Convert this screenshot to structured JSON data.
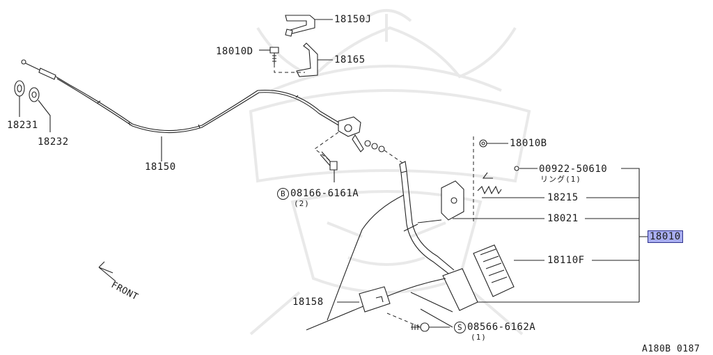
{
  "callouts": {
    "p18150J": "18150J",
    "p18010D": "18010D",
    "p18165": "18165",
    "p18231": "18231",
    "p18232": "18232",
    "p18150": "18150",
    "p18010B": "18010B",
    "p00922": "00922-50610",
    "p00922_sub": "リング(1)",
    "p18215": "18215",
    "p18021": "18021",
    "p18010": "18010",
    "p18110F": "18110F",
    "p18158": "18158",
    "b_symbol": "B",
    "p08166": "08166-6161A",
    "p08166_sub": "(2)",
    "s_symbol": "S",
    "p08566": "08566-6162A",
    "p08566_sub": "(1)"
  },
  "front_label": "FRONT",
  "diagram_code": "A180B 0187",
  "highlight": {
    "part": "18010",
    "fill": "#a9aef0",
    "border": "#2b2f8c"
  },
  "colors": {
    "line": "#222222",
    "watermark": "#e9e9e9",
    "background": "#ffffff"
  }
}
